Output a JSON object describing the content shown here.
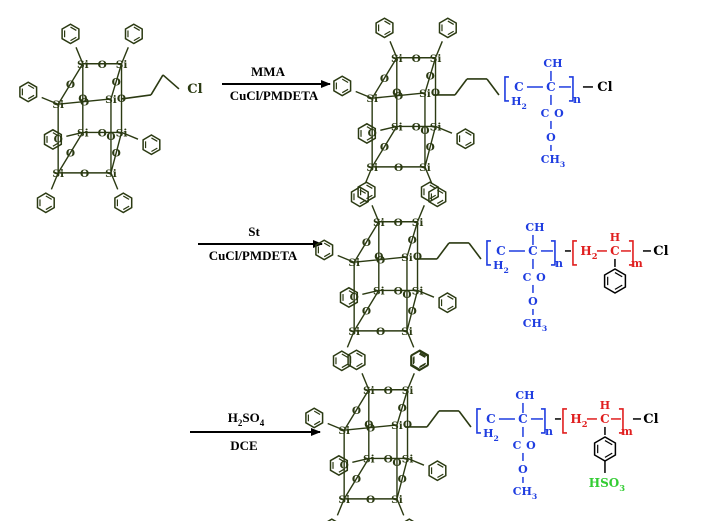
{
  "colors": {
    "cage": "#2b3a12",
    "ink": "#000000",
    "pmma": "#1f3de0",
    "ps": "#e01f1f",
    "sulfo": "#33cc33"
  },
  "atoms": {
    "si": "Si",
    "o": "O",
    "cl": "Cl",
    "h2": "H",
    "h2_sub": "2",
    "c": "C",
    "ch3": "CH",
    "ch3_sub": "3",
    "co": "C",
    "o_dbl": "O",
    "o_ester": "O",
    "h2c": "H",
    "h2c_sub": "2",
    "ch": "C",
    "ch_h": "H",
    "hso3": "HSO",
    "hso3_sub": "3"
  },
  "subscripts": {
    "n": "n",
    "m": "m"
  },
  "reactions": [
    {
      "reagent": "MMA",
      "conditions": "CuCl/PMDETA"
    },
    {
      "reagent": "St",
      "conditions": "CuCl/PMDETA"
    },
    {
      "reagent": "H2SO4",
      "reagent_base": "H",
      "reagent_sub": "2",
      "reagent_tail": "SO",
      "reagent_sub2": "4",
      "conditions": "DCE"
    }
  ]
}
